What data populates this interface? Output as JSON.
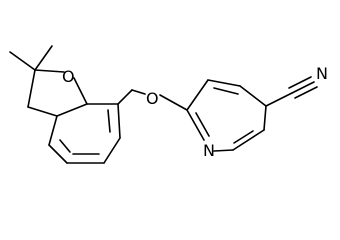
{
  "molecule": {
    "atom_labels": {
      "ring_oxygen": "O",
      "ether_oxygen": "O",
      "pyridine_nitrogen": "N",
      "nitrile_nitrogen": "N"
    }
  }
}
